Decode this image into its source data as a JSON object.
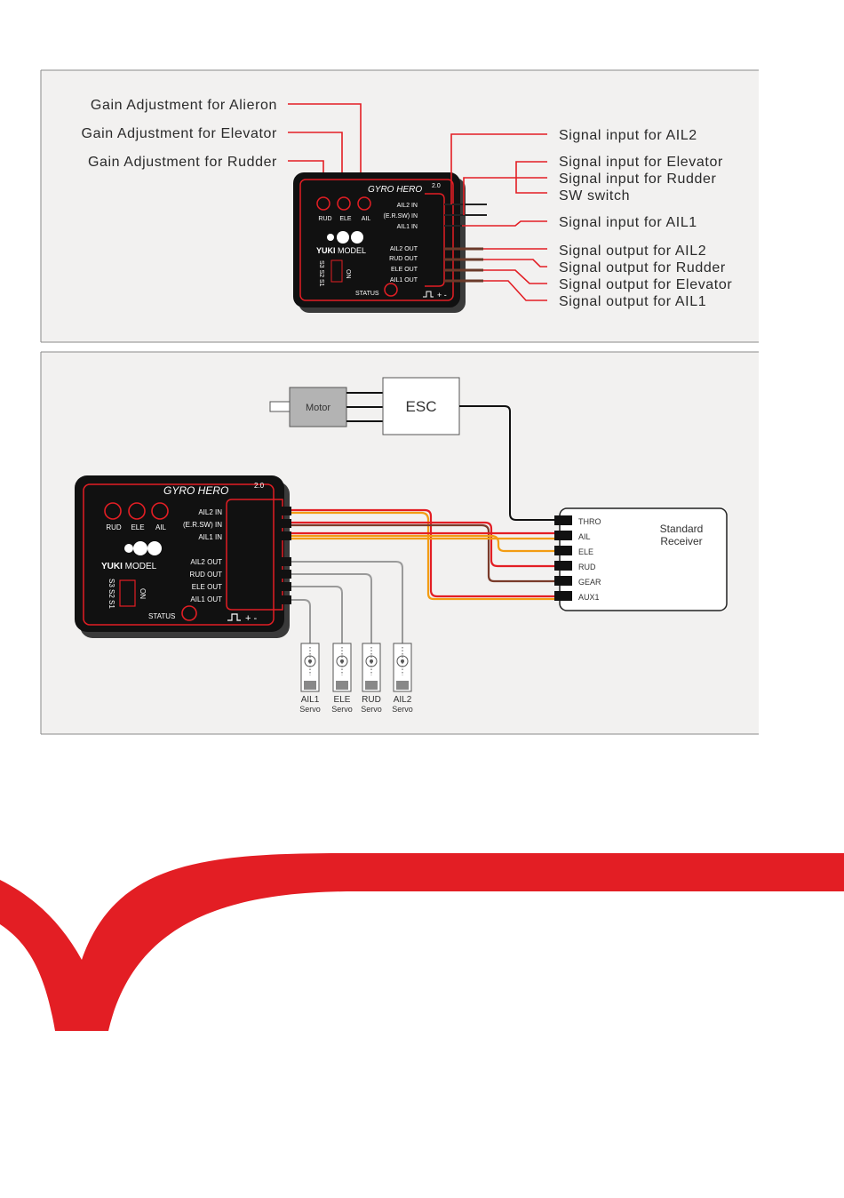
{
  "top_panel": {
    "gain_labels": [
      "Gain Adjustment for Alieron",
      "Gain Adjustment for Elevator",
      "Gain Adjustment for Rudder"
    ],
    "right_labels": [
      "Signal input for AIL2",
      "Signal input for Elevator",
      "Signal input for Rudder",
      "SW switch",
      "Signal input for AIL1",
      "Signal output for AIL2",
      "Signal output for Rudder",
      "Signal output for Elevator",
      "Signal output for AIL1"
    ]
  },
  "device": {
    "brand": "GYRO HERO",
    "version": "2.0",
    "knobs": [
      "RUD",
      "ELE",
      "AIL"
    ],
    "logo_bold": "YUKI",
    "logo_light": " MODEL",
    "inputs": [
      "AIL2 IN",
      "(E.R.SW) IN",
      "AIL1 IN"
    ],
    "outputs": [
      "AIL2 OUT",
      "RUD OUT",
      "ELE OUT",
      "AIL1 OUT"
    ],
    "switch_labels": "S3 S2 S1",
    "on_label": "ON",
    "status": "STATUS",
    "power": "+ -"
  },
  "bottom_panel": {
    "motor": "Motor",
    "esc": "ESC",
    "receiver_title": [
      "Standard",
      "Receiver"
    ],
    "receiver_channels": [
      "THRO",
      "AIL",
      "ELE",
      "RUD",
      "GEAR",
      "AUX1"
    ],
    "servos": [
      {
        "name": "AIL1",
        "sub": "Servo"
      },
      {
        "name": "ELE",
        "sub": "Servo"
      },
      {
        "name": "RUD",
        "sub": "Servo"
      },
      {
        "name": "AIL2",
        "sub": "Servo"
      }
    ]
  },
  "colors": {
    "accent_red": "#e31e24",
    "panel_bg": "#f2f1f0",
    "device_bg": "#111111"
  }
}
